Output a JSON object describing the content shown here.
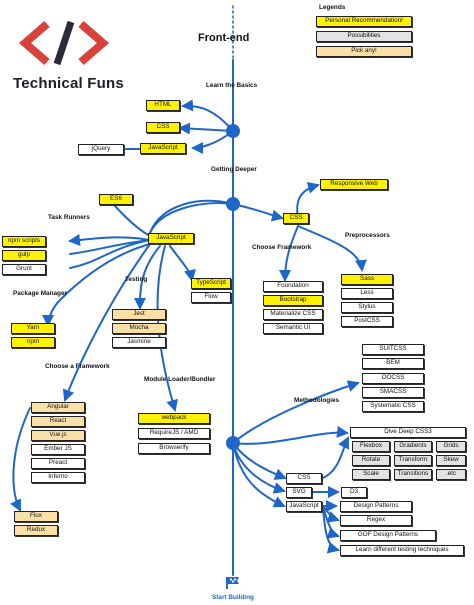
{
  "brand": {
    "name": "Technical Funs",
    "logo_icon": "code-brackets-logo"
  },
  "legend": {
    "title": "Legends",
    "items": [
      {
        "label": "Personal Recommendation!",
        "color": "#fff200"
      },
      {
        "label": "Possibilities",
        "color": "#e3e3e3"
      },
      {
        "label": "Pick any!",
        "color": "#fbe0a6"
      }
    ]
  },
  "top_title": "Front-end",
  "bottom_title": "Start Building",
  "sections": {
    "basics": "Learn the Basics",
    "deeper": "Getting Deeper",
    "task_runners": "Task Runners",
    "package_manager": "Package Manager",
    "testing": "Testing",
    "choose_framework_css": "Choose Framework",
    "preprocessors": "Preprocessors",
    "choose_framework_js": "Choose a Framework",
    "module_loader": "Module Loader/Bundler",
    "methodologies": "Methodologies"
  },
  "boxes": {
    "html": "HTML",
    "css": "CSS",
    "javascript": "JavaScript",
    "jquery": "jQuery",
    "es6": "ES6",
    "js2": "JavaScript",
    "responsive": "Responsive Web",
    "css2": "CSS",
    "npm_scripts": "npm scripts",
    "gulp": "gulp",
    "grunt": "Grunt",
    "yarn": "Yarn",
    "npm": "npm",
    "typescript": "TypeScript",
    "flow": "Flow",
    "jest": "Jest",
    "mocha": "Mocha",
    "jasmine": "Jasmine",
    "foundation": "Foundation",
    "bootstrap": "Bootstrap",
    "materialize": "Materialize CSS",
    "semantic": "Semantic UI",
    "sass": "Sass",
    "less": "Less",
    "stylus": "Stylus",
    "postcss": "PostCSS",
    "angular": "Angular",
    "react": "React",
    "vue": "Vue.js",
    "ember": "Ember JS",
    "preact": "Preact",
    "inferno": "Inferno",
    "flux": "Flux",
    "redux": "Redux",
    "webpack": "webpack",
    "requirejs": "RequireJS / AMD",
    "browserify": "Browserify",
    "suitcss": "SUITCSS",
    "bem": "BEM",
    "oocss": "OOCSS",
    "smacss": "SMACSS",
    "systematic": "Systematic CSS",
    "dive": "Dive Deep CSS3",
    "flexbox": "Flexbox",
    "gradients": "Gradients",
    "grids": "Grids",
    "rotate": "Rotate",
    "transform": "Transform",
    "skew": "Skew",
    "scale": "Scale",
    "transitions": "Transitions",
    "etc": ".etc",
    "css3": "CSS",
    "svg": "SVG",
    "js3": "JavaScript",
    "d3": "D3",
    "design_patterns": "Design Patterns",
    "regex": "Regex",
    "gof": "GOF Design Patterns",
    "testing_tech": "Learn different testing techniques"
  },
  "colors": {
    "node": "#1f66c9",
    "wire": "#1f66c9",
    "recommend": "#fff200",
    "possible": "#e3e3e3",
    "pick": "#fbe0a6",
    "logo_red": "#d9423b",
    "logo_dark": "#2b2b3a"
  },
  "bottom_icon": "flag-icon"
}
